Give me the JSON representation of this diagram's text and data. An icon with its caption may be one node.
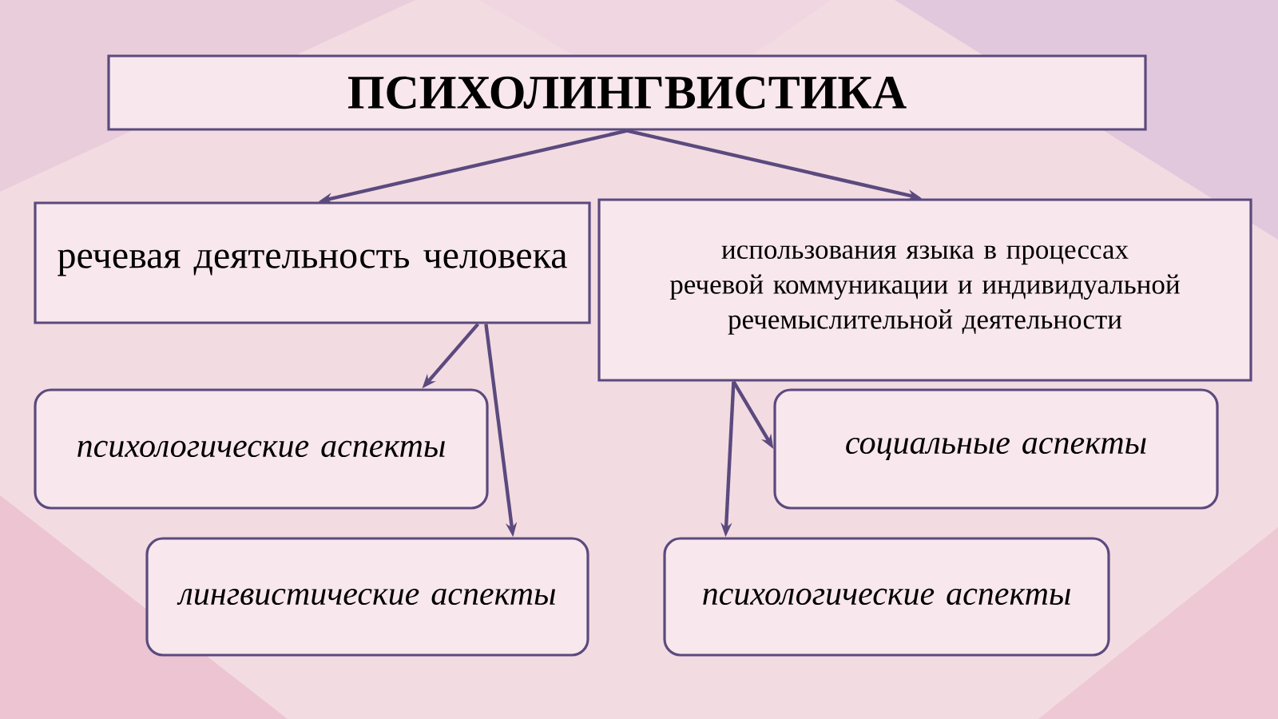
{
  "diagram": {
    "nodes": [
      {
        "text": [
          "ПСИХОЛИНГВИСТИКА"
        ]
      },
      {
        "text": [
          "речевая деятельность человека"
        ]
      },
      {
        "text": [
          "использования языка в процессах речевой коммуникации и индивидуальной речемыслительной деятельности"
        ]
      },
      {
        "text": [
          "психологические аспекты"
        ]
      },
      {
        "text": [
          "лингвистические аспекты"
        ]
      },
      {
        "text": [
          "социальные аспекты"
        ]
      },
      {
        "text": [
          "психологические аспекты"
        ]
      }
    ],
    "edges": [
      {
        "from": 0,
        "to": 1,
        "arrow": "to"
      },
      {
        "from": 0,
        "to": 2,
        "arrow": "to"
      },
      {
        "from": 1,
        "to": 3,
        "arrow": "to"
      },
      {
        "from": 1,
        "to": 4,
        "arrow": "to"
      },
      {
        "from": 2,
        "to": 5,
        "arrow": "to"
      },
      {
        "from": 2,
        "to": 6,
        "arrow": "to"
      }
    ]
  }
}
